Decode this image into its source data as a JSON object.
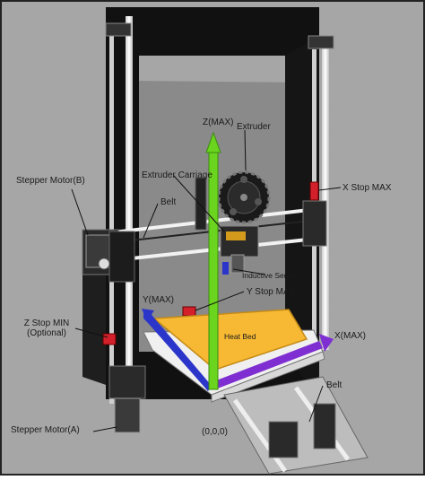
{
  "labels": {
    "stepper_motor_b": "Stepper Motor(B)",
    "belt_top": "Belt",
    "z_max": "Z(MAX)",
    "extruder": "Extruder",
    "extruder_carriage": "Extruder Carriage",
    "x_stop_max": "X Stop MAX",
    "inductive_sensor": "Inductive Sensor",
    "y_stop_max": "Y Stop MAX",
    "y_max": "Y(MAX)",
    "x_max": "X(MAX)",
    "z_stop_min_line1": "Z Stop MIN",
    "z_stop_min_line2": "(Optional)",
    "heat_bed": "Heat Bed",
    "belt_bottom": "Belt",
    "stepper_motor_a": "Stepper Motor(A)",
    "origin": "(0,0,0)"
  },
  "colors": {
    "frame": "#111111",
    "rod": "#f2f2f2",
    "bed": "#f7b933",
    "z_axis": "#6ad41e",
    "x_axis": "#7f2fd1",
    "y_axis": "#2b35c9",
    "end_stop": "#d4202a",
    "background": "#a6a6a6",
    "border": "#222222"
  },
  "icons": {
    "extruder_gear": "gear-icon",
    "stepper_motor": "stepper-motor-icon",
    "end_stop": "end-stop-icon"
  }
}
